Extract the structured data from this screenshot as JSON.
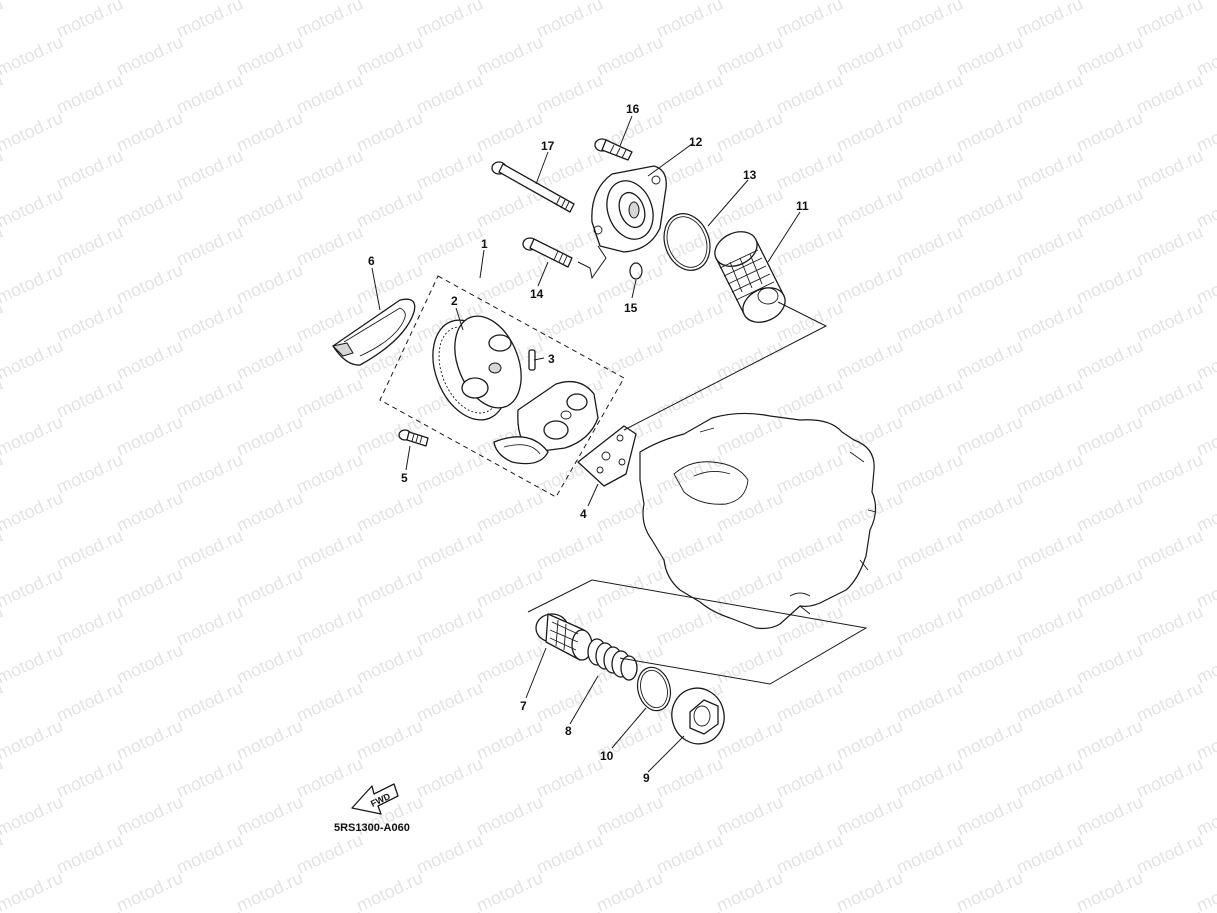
{
  "watermark": {
    "text": "motod.ru"
  },
  "diagram": {
    "code": "5RS1300-A060",
    "fwd_label": "FWD",
    "callouts": [
      {
        "id": "1",
        "label": "1"
      },
      {
        "id": "2",
        "label": "2"
      },
      {
        "id": "3",
        "label": "3"
      },
      {
        "id": "4",
        "label": "4"
      },
      {
        "id": "5",
        "label": "5"
      },
      {
        "id": "6",
        "label": "6"
      },
      {
        "id": "7",
        "label": "7"
      },
      {
        "id": "8",
        "label": "8"
      },
      {
        "id": "9",
        "label": "9"
      },
      {
        "id": "10",
        "label": "10"
      },
      {
        "id": "11",
        "label": "11"
      },
      {
        "id": "12",
        "label": "12"
      },
      {
        "id": "13",
        "label": "13"
      },
      {
        "id": "14",
        "label": "14"
      },
      {
        "id": "15",
        "label": "15"
      },
      {
        "id": "16",
        "label": "16"
      },
      {
        "id": "17",
        "label": "17"
      }
    ]
  }
}
